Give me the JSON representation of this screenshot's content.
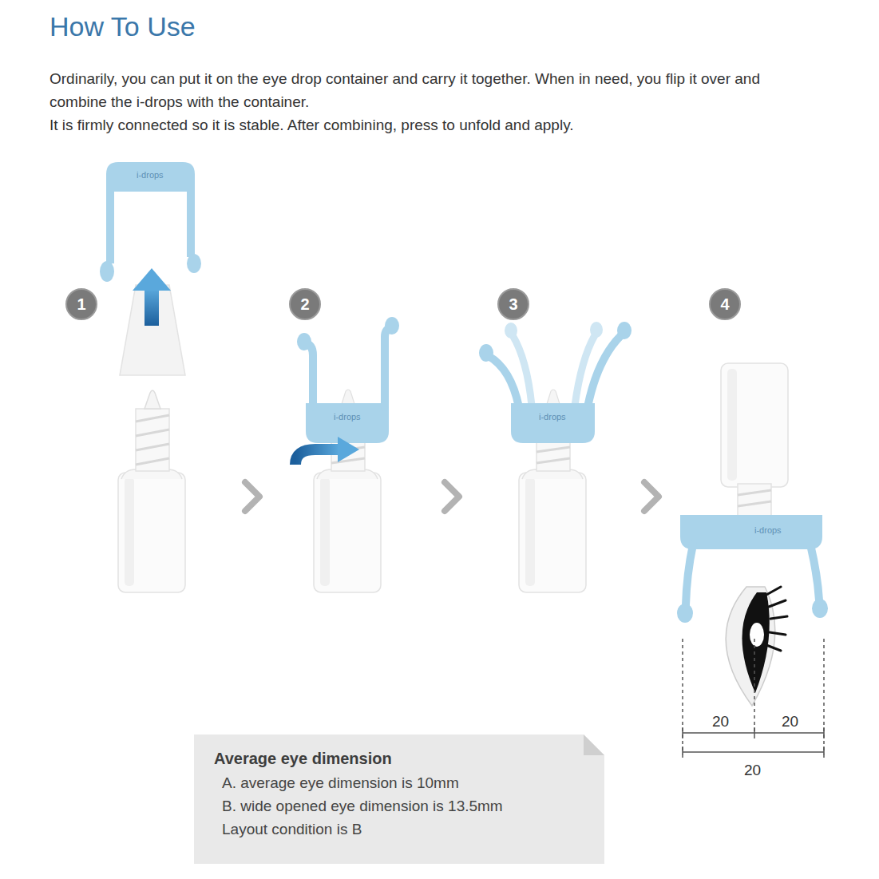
{
  "diagram": {
    "title": "How To Use",
    "nodes": [
      {
        "text": [
          "1"
        ]
      },
      {
        "text": [
          "2"
        ]
      },
      {
        "text": [
          "3"
        ]
      },
      {
        "text": [
          "4"
        ]
      },
      {
        "text": [
          "Average eye dimension",
          "A. average eye dimension is 10mm",
          "B. wide opened eye dimension is 13.5mm",
          "Layout condition is B"
        ]
      }
    ],
    "labels": [
      "Ordinarily, you can put it on the eye drop container and carry it together. When in need, you flip it over and combine the i-drops with the container.",
      "It is firmly connected so it is stable. After combining, press to unfold and apply.",
      "i-drops",
      "i-drops",
      "i-drops",
      "i-drops",
      "20",
      "20",
      "20"
    ]
  }
}
